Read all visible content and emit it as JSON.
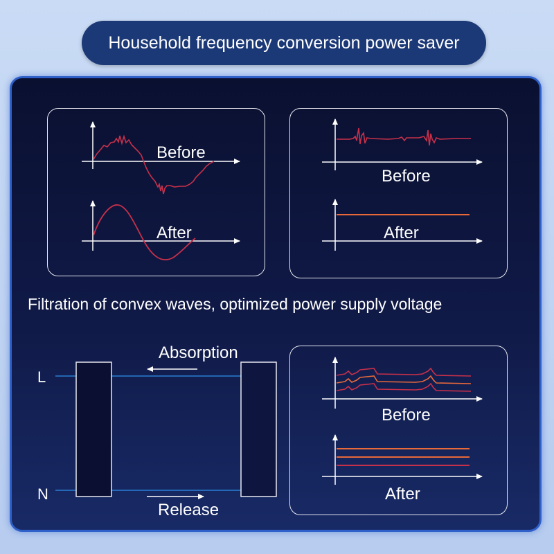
{
  "header": {
    "title": "Household frequency conversion power saver"
  },
  "panel_top_left": {
    "before_label": "Before",
    "after_label": "After"
  },
  "panel_top_right": {
    "before_label": "Before",
    "after_label": "After"
  },
  "caption": "Filtration of convex waves, optimized power supply voltage",
  "circuit": {
    "line_l": "L",
    "line_n": "N",
    "absorption_label": "Absorption",
    "release_label": "Release"
  },
  "panel_bottom_right": {
    "before_label": "Before",
    "after_label": "After"
  },
  "colors": {
    "title_pill": "#1c3977",
    "panel_border": "#2f5fc8",
    "wave_red": "#c8304a",
    "wave_orange": "#e86a3a",
    "wire_blue": "#2a7fd4"
  }
}
